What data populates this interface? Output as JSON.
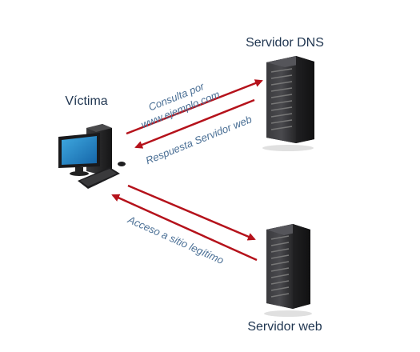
{
  "nodes": {
    "victim": {
      "label": "Víctima",
      "icon": "desktop-computer-icon"
    },
    "dns_server": {
      "label": "Servidor DNS",
      "icon": "server-tower-icon"
    },
    "web_server": {
      "label": "Servidor web",
      "icon": "server-tower-icon"
    }
  },
  "edges": {
    "query_line1": "Consulta por",
    "query_line2": "www.ejemplo.com",
    "response": "Respuesta Servidor web",
    "access": "Acceso a sitio legítimo"
  },
  "colors": {
    "arrow": "#b5121b",
    "edge_text": "#4a6f95",
    "node_text": "#1f3550",
    "monitor_screen": "#1e88c8",
    "server_body": "#2a2a2c"
  }
}
